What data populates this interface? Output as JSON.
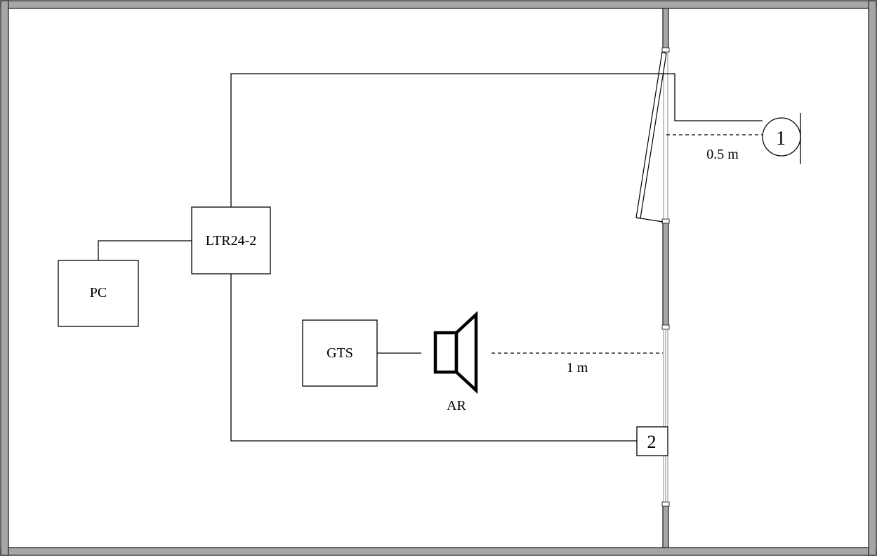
{
  "devices": {
    "pc": "PC",
    "adc": "LTR24-2",
    "generator": "GTS",
    "speaker": "AR"
  },
  "sensors": {
    "sensor1": "1",
    "sensor2": "2"
  },
  "distances": {
    "sensor1_to_window": "0.5 m",
    "speaker_to_window": "1 m"
  },
  "colors": {
    "wall_fill": "#a6a6a6",
    "line": "#000000",
    "background": "#ffffff"
  }
}
